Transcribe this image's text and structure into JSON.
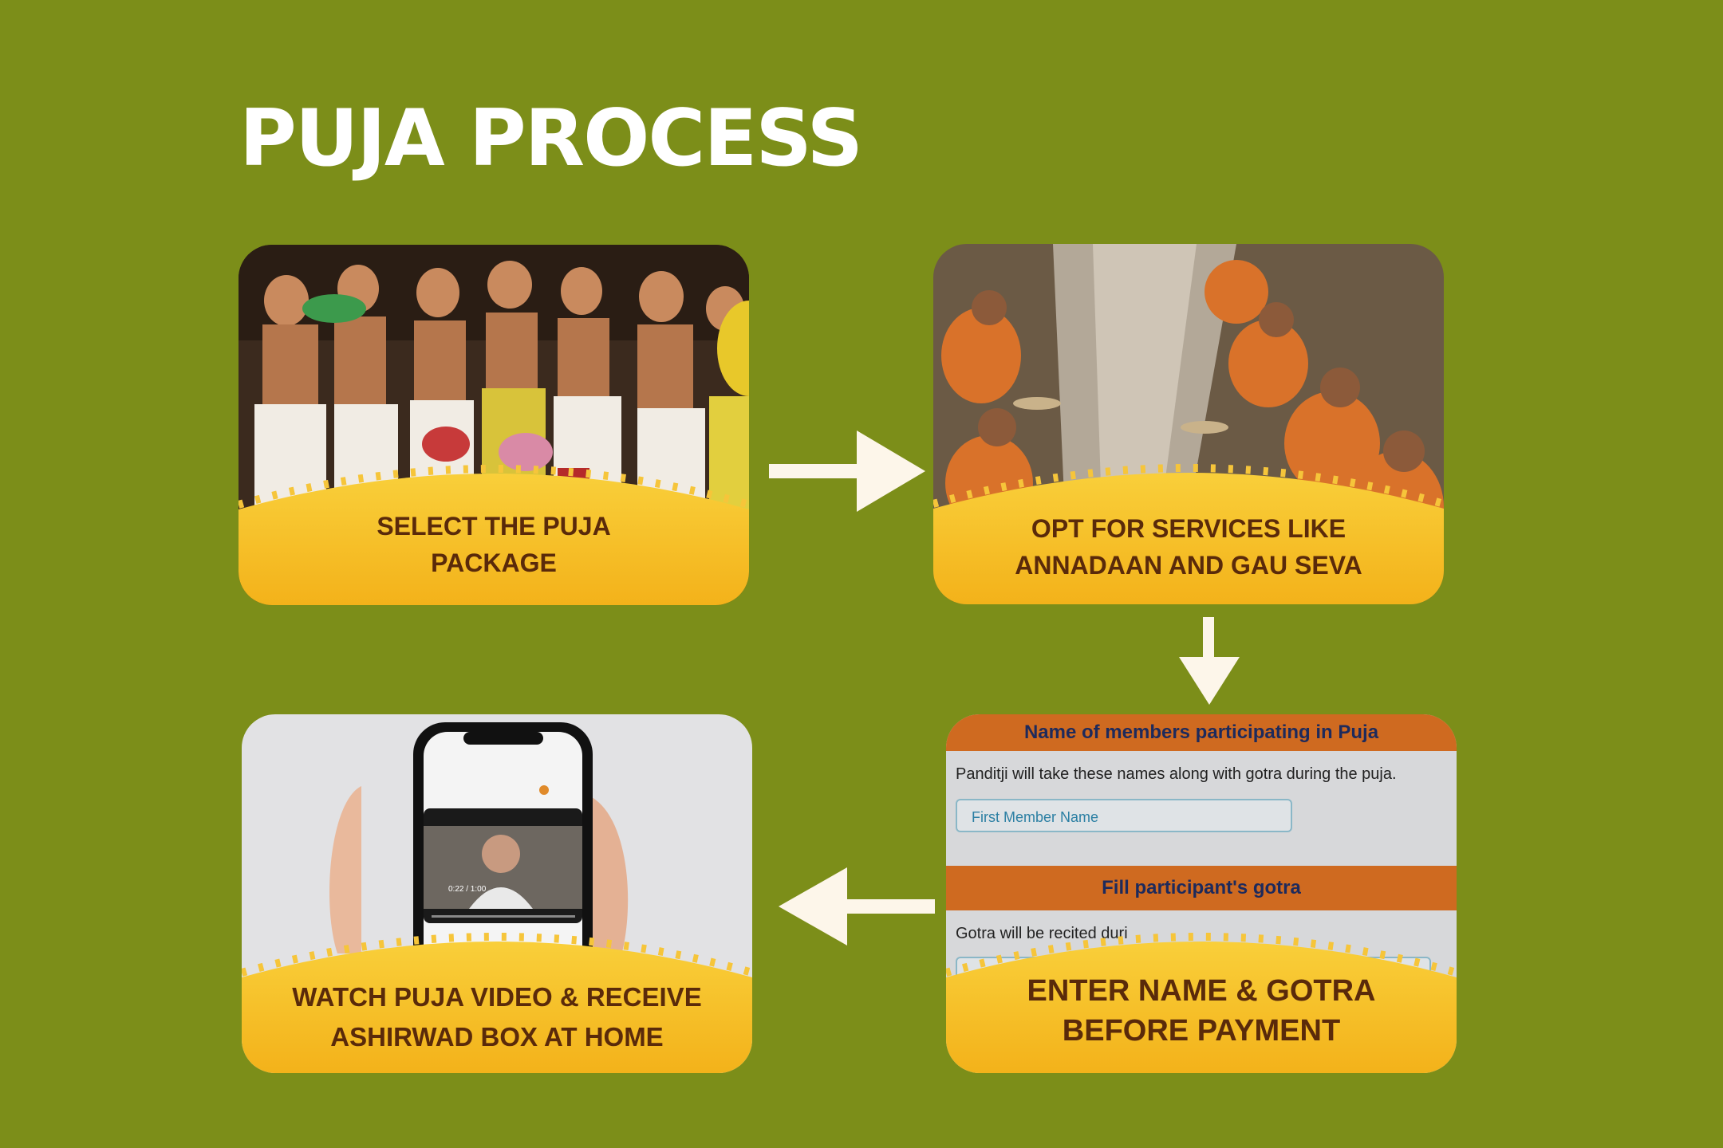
{
  "title": "PUJA PROCESS",
  "steps": [
    {
      "id": "select",
      "lines": [
        "SELECT THE PUJA",
        "PACKAGE"
      ]
    },
    {
      "id": "services",
      "lines": [
        "OPT FOR SERVICES LIKE",
        "ANNADAAN AND GAU SEVA"
      ]
    },
    {
      "id": "name_gotra",
      "lines": [
        "ENTER NAME & GOTRA",
        "BEFORE PAYMENT"
      ]
    },
    {
      "id": "watch",
      "lines": [
        "WATCH PUJA VIDEO & RECEIVE",
        "ASHIRWAD BOX AT HOME"
      ]
    }
  ],
  "form": {
    "members_heading": "Name of members participating in Puja",
    "members_note": "Panditji will take these names along with gotra during the puja.",
    "member_placeholder": "First Member Name",
    "gotra_heading": "Fill participant's gotra",
    "gotra_note": "Gotra will be recited duri"
  },
  "video": {
    "time": "0:22 / 1:00"
  },
  "colors": {
    "background": "#7c8e19",
    "caption_bg": "#f5b81c",
    "caption_text": "#5a2a0a",
    "arrow": "#fdf6ea",
    "form_header": "#cf6a20"
  }
}
